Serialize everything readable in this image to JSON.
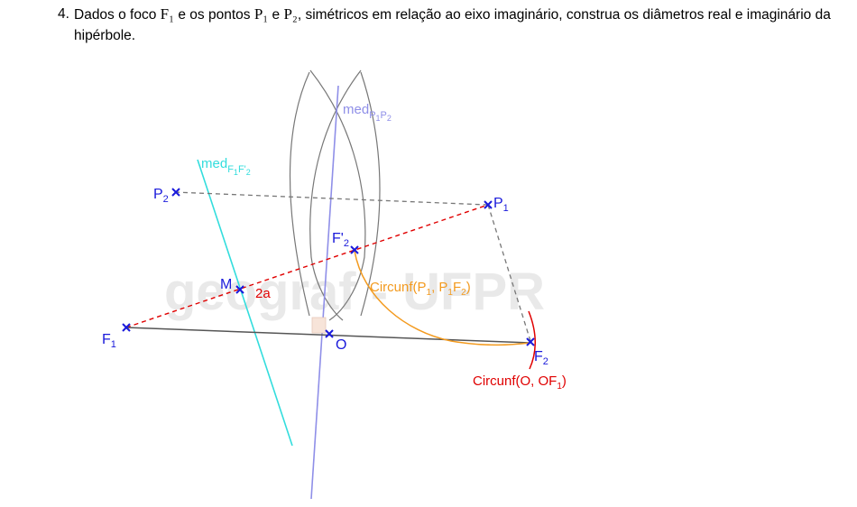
{
  "problem": {
    "number": "4.",
    "text_parts": [
      "Dados o foco ",
      "F₁",
      " e os pontos ",
      "P₁",
      " e ",
      "P₂",
      ", simétricos em relação ao eixo imaginário, construa os diâmetros real e imaginário da hipérbole."
    ]
  },
  "watermark": "geograf - UFPR",
  "points": [
    {
      "id": "P2",
      "base": "P",
      "sub": "2",
      "prime": "",
      "color": "#1a1adb"
    },
    {
      "id": "P1",
      "base": "P",
      "sub": "1",
      "prime": "",
      "color": "#1a1adb"
    },
    {
      "id": "F2p",
      "base": "F",
      "sub": "2",
      "prime": "'",
      "color": "#1a1adb"
    },
    {
      "id": "M",
      "base": "M",
      "sub": "",
      "prime": "",
      "color": "#1a1adb"
    },
    {
      "id": "F1",
      "base": "F",
      "sub": "1",
      "prime": "",
      "color": "#1a1adb"
    },
    {
      "id": "O",
      "base": "O",
      "sub": "",
      "prime": "",
      "color": "#1a1adb"
    },
    {
      "id": "F2",
      "base": "F",
      "sub": "2",
      "prime": "",
      "color": "#1a1adb"
    }
  ],
  "labels": {
    "med_p1p2": {
      "base": "med",
      "sub": "P",
      "sub1": "1",
      "sub2": "P",
      "sub3": "2",
      "color": "#8f8fe8"
    },
    "med_f1f2p": {
      "base": "med",
      "sub": "F",
      "sub1": "1",
      "sub2": "F'",
      "sub3": "2",
      "color": "#33dddd"
    },
    "two_a": {
      "text": "2a",
      "color": "#e00000"
    },
    "circ_p1": {
      "pre": "Circunf(P",
      "s1": "1",
      "mid": ", P",
      "s2": "1",
      "mid2": "F",
      "s3": "2",
      "post": ")",
      "color": "#f39a1e"
    },
    "circ_o": {
      "pre": "Circunf(O, OF",
      "s1": "1",
      "post": ")",
      "color": "#e00000"
    }
  },
  "colors": {
    "point_blue": "#1a1adb",
    "axis_violet": "#8f8fe8",
    "cyan": "#33dddd",
    "red": "#e00000",
    "orange": "#f39a1e",
    "gray_line": "#555555",
    "arc_gray": "#777777",
    "watermark": "#e9e9e9"
  }
}
